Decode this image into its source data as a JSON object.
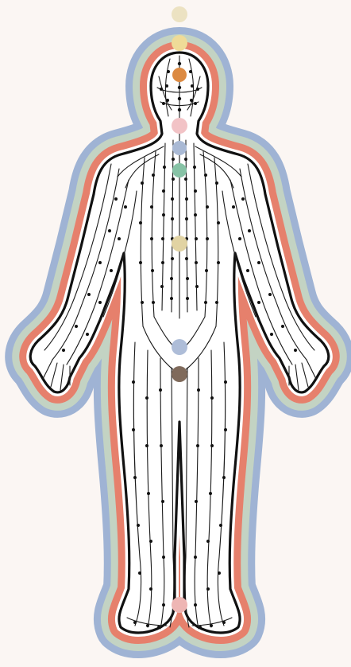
{
  "figure": {
    "background": "#fbf6f3",
    "body_fill": "#ffffff",
    "outline_color": "#111111",
    "meridian_color": "#1a1a1a",
    "aura_layers": [
      {
        "name": "outer-blue",
        "color": "#9fb3d4"
      },
      {
        "name": "sage-green",
        "color": "#c3d3c3"
      },
      {
        "name": "coral",
        "color": "#e6806c"
      }
    ],
    "chakras": [
      {
        "name": "crown-above",
        "color": "#ece2c2"
      },
      {
        "name": "crown",
        "color": "#efdb98"
      },
      {
        "name": "third-eye",
        "color": "#dc8a42"
      },
      {
        "name": "throat",
        "color": "#f2c3c6"
      },
      {
        "name": "upper-heart",
        "color": "#a9b9d4"
      },
      {
        "name": "heart",
        "color": "#86c2a5"
      },
      {
        "name": "solar-plexus",
        "color": "#e1d3a3"
      },
      {
        "name": "sacral",
        "color": "#aebdd8"
      },
      {
        "name": "root",
        "color": "#7f6a5b"
      },
      {
        "name": "earth",
        "color": "#eeb6b4"
      }
    ]
  }
}
